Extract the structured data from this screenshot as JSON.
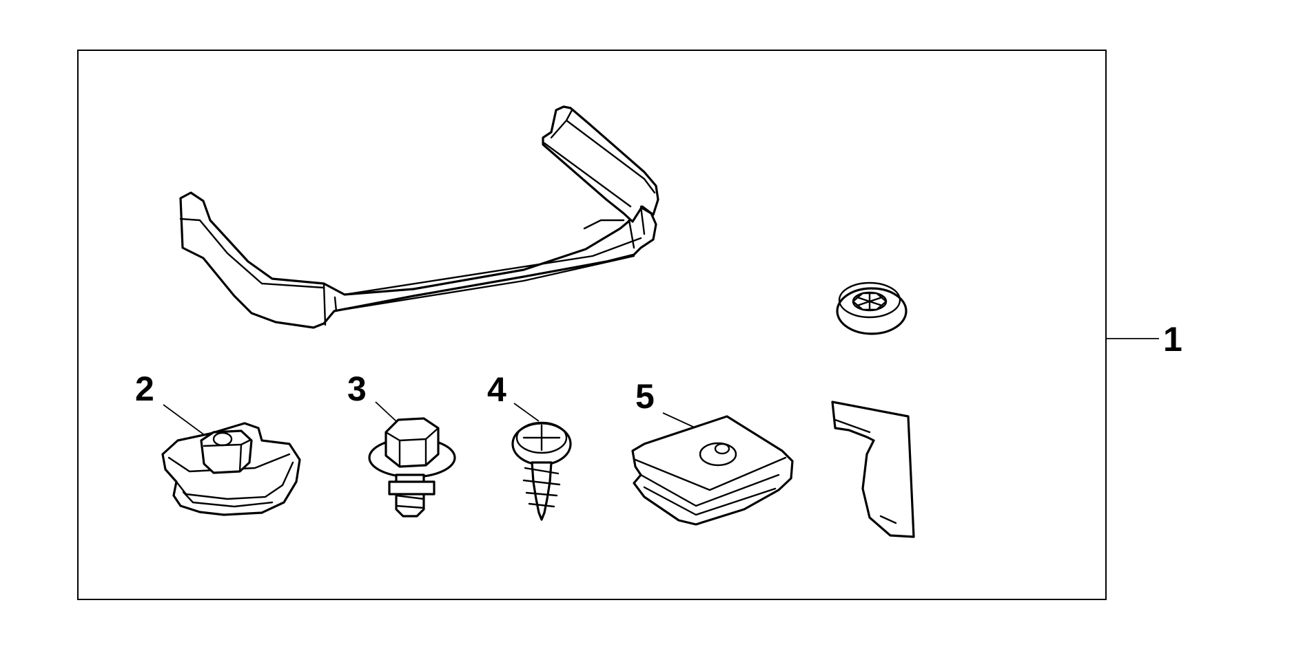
{
  "callouts": {
    "kit": "1",
    "u_nut_square": "2",
    "flange_bolt": "3",
    "tapping_screw": "4",
    "spring_clip_nut": "5"
  },
  "colors": {
    "line": "#000000",
    "background": "#ffffff"
  }
}
